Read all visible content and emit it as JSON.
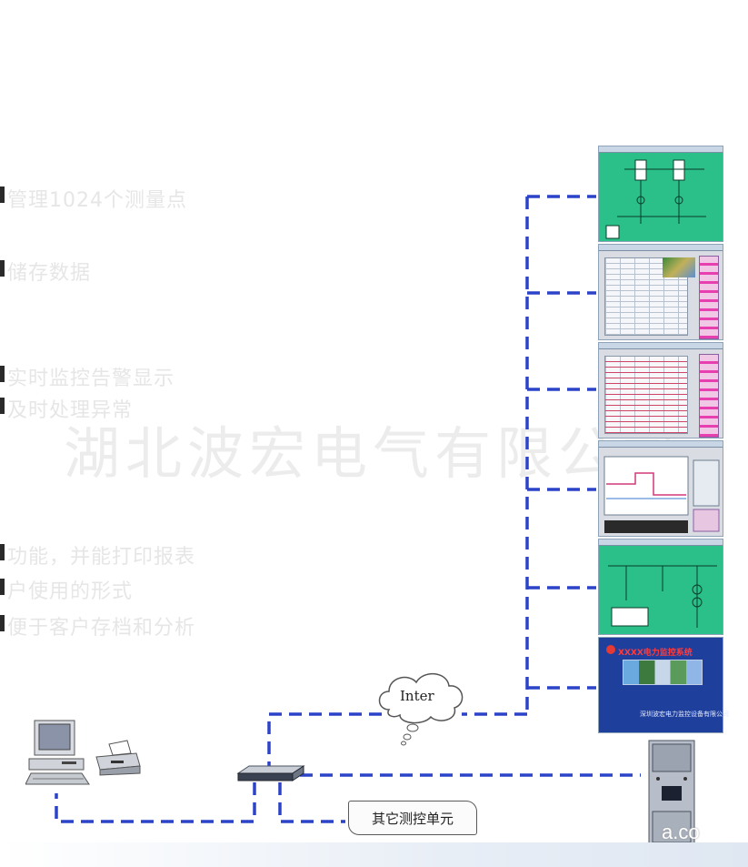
{
  "background_text": {
    "lines": [
      "管理1024个测量点",
      "储存数据",
      "实时监控告警显示",
      "及时处理异常",
      "功能，并能打印报表",
      "户使用的形式",
      "便于客户存档和分析"
    ],
    "watermark": "湖北波宏电气有限公司",
    "corner_watermark": "a.co"
  },
  "labels": {
    "internet_cloud": "Inter",
    "other_units": "其它测控单元",
    "monitor_title": "XXXX电力监控系统",
    "monitor_footer": "深圳波宏电力监控设备有限公司"
  },
  "colors": {
    "link_dash": "#2b43c8",
    "screen_green": "#2bbf8a",
    "screen_blue": "#1f3f9c"
  }
}
